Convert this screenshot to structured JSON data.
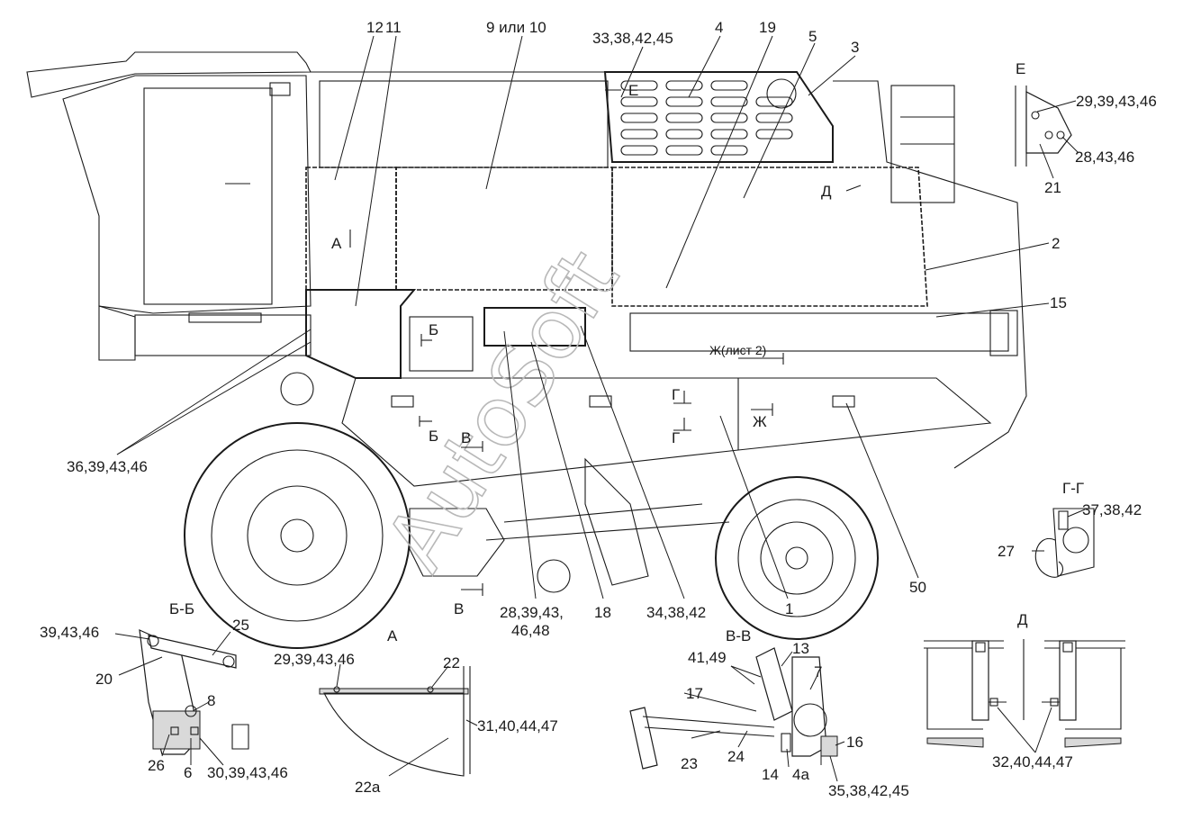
{
  "watermark": "AutoSoft",
  "callouts": {
    "c12": "12",
    "c11": "11",
    "c9": "9 или 10",
    "c33": "33,38,42,45",
    "c4": "4",
    "c19": "19",
    "c5": "5",
    "c3": "3",
    "c2": "2",
    "c15": "15",
    "c36": "36,39,43,46",
    "c28": "28,39,43,",
    "c28b": "46,48",
    "c18": "18",
    "c34": "34,38,42",
    "c1": "1",
    "c50": "50"
  },
  "section_marks": {
    "A": "А",
    "E": "Е",
    "D": "Д",
    "B": "Б",
    "B_low": "Б",
    "V": "В",
    "V2": "В",
    "G": "Г",
    "G_low": "Г",
    "Zh_sheet": "Ж(лист 2)",
    "Zh": "Ж"
  },
  "view_E": {
    "title": "Е",
    "labels": [
      "29,39,43,46",
      "28,43,46",
      "21"
    ]
  },
  "view_GG": {
    "title": "Г-Г",
    "labels": [
      "37,38,42",
      "27"
    ]
  },
  "view_BB": {
    "title": "Б-Б",
    "labels": [
      "39,43,46",
      "25",
      "20",
      "8",
      "26",
      "6",
      "30,39,43,46"
    ]
  },
  "view_A": {
    "title": "А",
    "labels": [
      "29,39,43,46",
      "22",
      "31,40,44,47",
      "22а"
    ]
  },
  "view_VV": {
    "title": "В-В",
    "labels": [
      "13",
      "41,49",
      "7",
      "17",
      "16",
      "23",
      "24",
      "14",
      "4а",
      "35,38,42,45"
    ]
  },
  "view_D": {
    "title": "Д",
    "labels": [
      "32,40,44,47"
    ]
  }
}
